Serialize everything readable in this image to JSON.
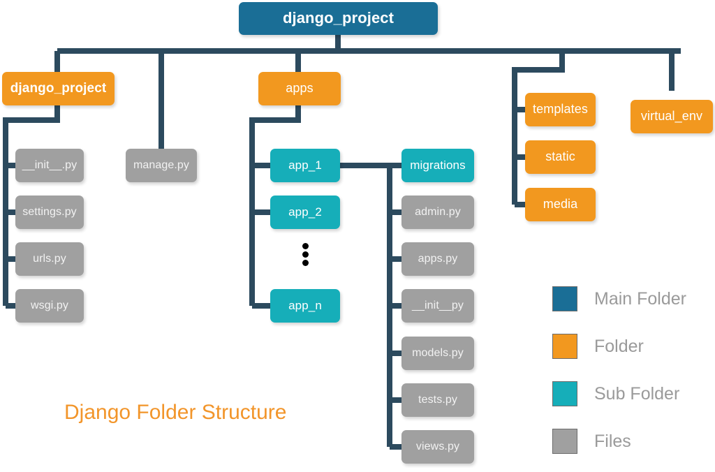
{
  "diagram": {
    "title": "Django Folder Structure",
    "title_color": "#f2952a",
    "background": "#ffffff",
    "line_color": "#2c4a5e"
  },
  "colors": {
    "main_folder": "#1a6e96",
    "folder": "#f2981f",
    "sub_folder": "#16aeb9",
    "files": "#a0a0a0"
  },
  "root": {
    "label": "django_project",
    "type": "main_folder"
  },
  "level2": [
    {
      "label": "django_project",
      "type": "folder"
    },
    {
      "label": "manage.py",
      "type": "files"
    },
    {
      "label": "apps",
      "type": "folder"
    },
    {
      "label": "templates",
      "type": "folder"
    },
    {
      "label": "static",
      "type": "folder"
    },
    {
      "label": "media",
      "type": "folder"
    },
    {
      "label": "virtual_env",
      "type": "folder"
    }
  ],
  "project_package_files": [
    {
      "label": "__init__.py",
      "type": "files"
    },
    {
      "label": "settings.py",
      "type": "files"
    },
    {
      "label": "urls.py",
      "type": "files"
    },
    {
      "label": "wsgi.py",
      "type": "files"
    }
  ],
  "apps_children": [
    {
      "label": "app_1",
      "type": "sub_folder"
    },
    {
      "label": "app_2",
      "type": "sub_folder"
    },
    {
      "label": "app_n",
      "type": "sub_folder"
    }
  ],
  "apps_ellipsis": "⋮",
  "app_contents": [
    {
      "label": "migrations",
      "type": "sub_folder"
    },
    {
      "label": "admin.py",
      "type": "files"
    },
    {
      "label": "apps.py",
      "type": "files"
    },
    {
      "label": "__init__py",
      "type": "files"
    },
    {
      "label": "models.py",
      "type": "files"
    },
    {
      "label": "tests.py",
      "type": "files"
    },
    {
      "label": "views.py",
      "type": "files"
    }
  ],
  "legend": [
    {
      "label": "Main Folder",
      "color": "#1a6e96"
    },
    {
      "label": "Folder",
      "color": "#f2981f"
    },
    {
      "label": "Sub Folder",
      "color": "#16aeb9"
    },
    {
      "label": "Files",
      "color": "#a0a0a0"
    }
  ]
}
